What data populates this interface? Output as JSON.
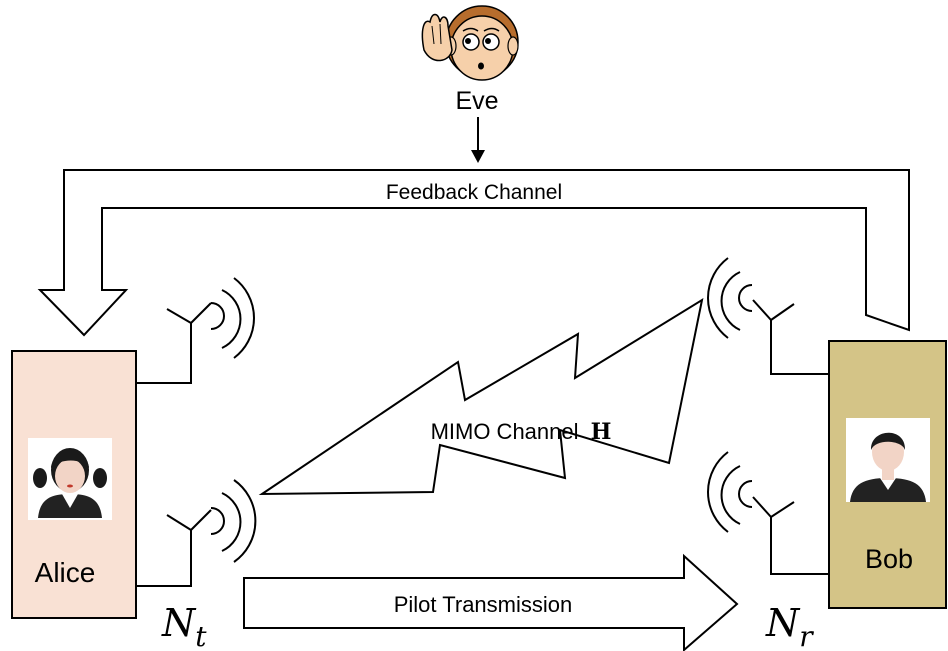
{
  "eve": {
    "label": "Eve"
  },
  "feedback": {
    "label": "Feedback Channel"
  },
  "alice": {
    "label": "Alice"
  },
  "bob": {
    "label": "Bob"
  },
  "mimo": {
    "label": "MIMO Channel",
    "symbol": "H"
  },
  "pilot": {
    "label": "Pilot Transmission"
  },
  "antennas": {
    "tx": {
      "symbol": "N",
      "subscript": "t"
    },
    "rx": {
      "symbol": "N",
      "subscript": "r"
    }
  },
  "colors": {
    "alice_box": "#f9e1d4",
    "bob_box": "#d4c487",
    "stroke": "#000000",
    "eve_face": "#f6d0aa",
    "eve_hair": "#b76d2d"
  }
}
